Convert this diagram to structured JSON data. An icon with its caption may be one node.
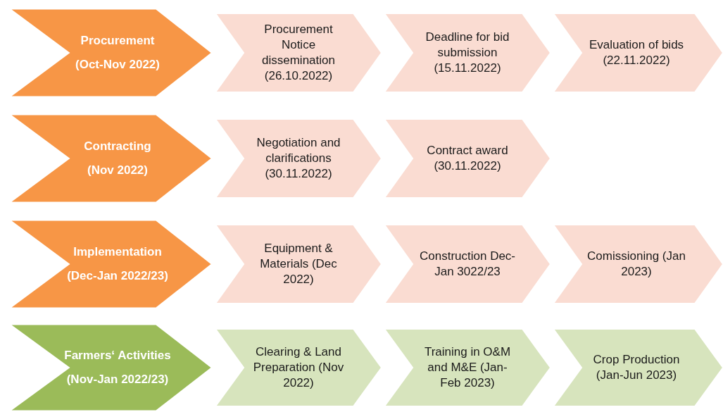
{
  "diagram": {
    "nodes": [
      {
        "text": [
          "Procurement",
          "(Oct-Nov 2022)"
        ]
      },
      {
        "text": [
          "Procurement Notice dissemination (26.10.2022)"
        ]
      },
      {
        "text": [
          "Deadline for bid submission (15.11.2022)"
        ]
      },
      {
        "text": [
          "Evaluation of bids (22.11.2022)"
        ]
      },
      {
        "text": [
          "Contracting",
          "(Nov 2022)"
        ]
      },
      {
        "text": [
          "Negotiation and clarifications (30.11.2022)"
        ]
      },
      {
        "text": [
          "Contract award (30.11.2022)"
        ]
      },
      {
        "text": [
          "Implementation",
          "(Dec-Jan 2022/23)"
        ]
      },
      {
        "text": [
          "Equipment & Materials (Dec 2022)"
        ]
      },
      {
        "text": [
          "Construction Dec-Jan 3022/23"
        ]
      },
      {
        "text": [
          "Comissioning (Jan 2023)"
        ]
      },
      {
        "text": [
          "Farmers‘ Activities",
          "(Nov-Jan 2022/23)"
        ]
      },
      {
        "text": [
          "Clearing & Land Preparation (Nov 2022)"
        ]
      },
      {
        "text": [
          "Training in O&M and M&E (Jan-Feb 2023)"
        ]
      },
      {
        "text": [
          "Crop Production (Jan-Jun 2023)"
        ]
      }
    ]
  }
}
